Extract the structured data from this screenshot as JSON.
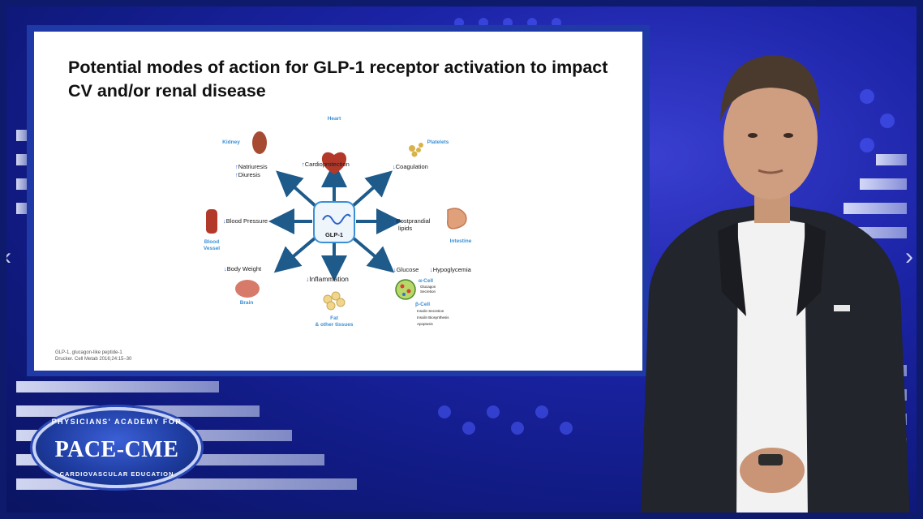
{
  "slide": {
    "title": "Potential modes of action for GLP-1 receptor activation to impact CV and/or renal disease",
    "footnote_line1": "GLP-1, glucagon-like peptide-1",
    "footnote_line2": "Drucker. Cell Metab 2016;24:15–30"
  },
  "diagram": {
    "center_label": "GLP-1",
    "heart": {
      "organ": "Heart",
      "effect": "Cardioprotection"
    },
    "kidney": {
      "organ": "Kidney",
      "effect1": "Natriuresis",
      "effect2": "Diuresis"
    },
    "platelets": {
      "organ": "Platelets",
      "effect": "Coagulation"
    },
    "vessel": {
      "organ1": "Blood",
      "organ2": "Vessel",
      "effect": "Blood Pressure"
    },
    "intestine": {
      "organ": "Intestine",
      "effect1": "Postprandial",
      "effect2": "lipids"
    },
    "brain": {
      "organ": "Brain",
      "effect": "Body Weight"
    },
    "fat": {
      "organ1": "Fat",
      "organ2": "& other tissues",
      "effect": "Inflammation"
    },
    "pancreas": {
      "effect1": "Glucose",
      "effect2": "Hypoglycemia",
      "alpha_cell": "α-Cell",
      "alpha_sub1": "Glucagon",
      "alpha_sub2": "Secretion",
      "beta_cell": "β-Cell",
      "beta_sub1": "Insulin Secretion",
      "beta_sub2": "Insulin Biosynthesis",
      "beta_sub3": "Apoptosis"
    }
  },
  "logo": {
    "top_text": "PHYSICIANS' ACADEMY FOR",
    "main_text": "PACE-CME",
    "bottom_text": "CARDIOVASCULAR EDUCATION"
  },
  "nav": {
    "prev": "‹",
    "next": "›"
  },
  "colors": {
    "accent_blue": "#2a62c9",
    "organ_label": "#3a8fd6",
    "background": "#1c24a8"
  }
}
